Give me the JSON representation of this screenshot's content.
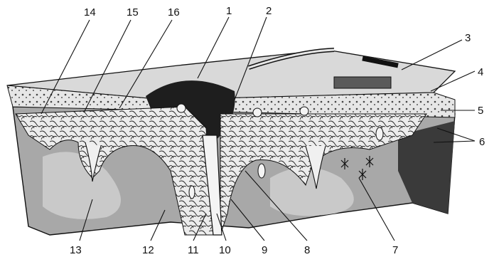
{
  "figure": {
    "colors": {
      "ink": "#111111",
      "paper": "#ffffff",
      "tissue_light": "#d9d9d9",
      "tissue_mid": "#a8a8a8",
      "tissue_dark": "#3a3a3a"
    },
    "labels": [
      "1",
      "2",
      "3",
      "4",
      "5",
      "6",
      "7",
      "8",
      "9",
      "10",
      "11",
      "12",
      "13",
      "14",
      "15",
      "16"
    ]
  }
}
